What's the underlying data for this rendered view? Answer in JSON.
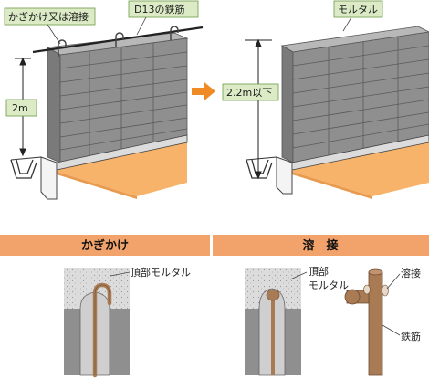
{
  "top_left": {
    "label_hook_weld": "かぎかけ又は溶接",
    "label_rebar": "D13の鉄筋",
    "label_height": "2m"
  },
  "top_right": {
    "label_mortar": "モルタル",
    "label_height": "2.2m以下"
  },
  "sections": {
    "hook": {
      "title": "かぎかけ",
      "label_top_mortar": "頂部モルタル"
    },
    "weld": {
      "title": "溶　接",
      "label_top_mortar_line1": "頂部",
      "label_top_mortar_line2": "モルタル",
      "label_weld": "溶接",
      "label_rebar": "鉄筋"
    }
  },
  "colors": {
    "block": "#8f8f8f",
    "block_top": "#b8b8b8",
    "block_side": "#7a7a7a",
    "ground": "#f7b36a",
    "band": "#f2a36b",
    "label_box": "#dcebc6",
    "rebar": "#a97b55",
    "mortar": "#dcdcdc",
    "arrow": "#f08a24"
  }
}
